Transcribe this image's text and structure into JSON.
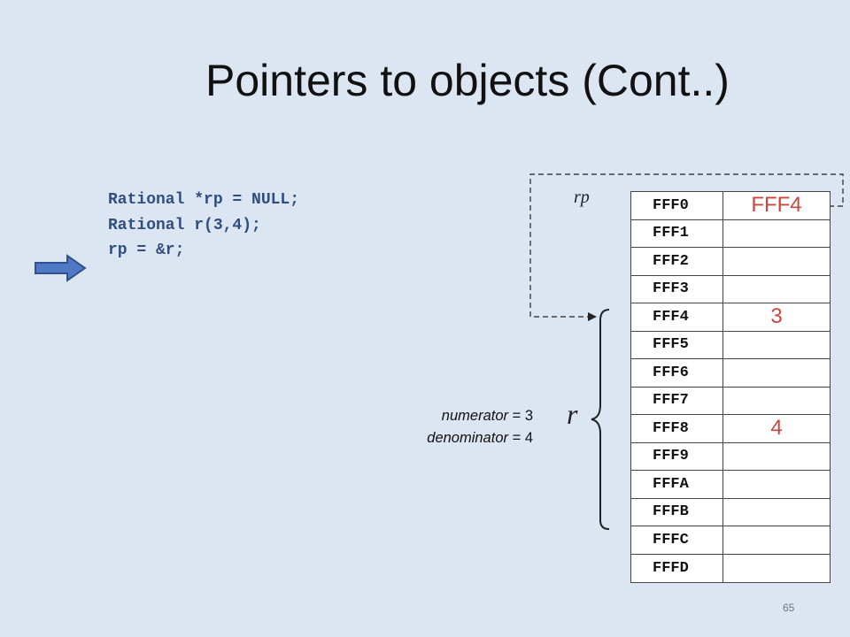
{
  "slide": {
    "title": "Pointers to objects (Cont..)",
    "page_number": "65"
  },
  "code_lines": [
    "Rational *rp = NULL;",
    "Rational r(3,4);",
    "rp = &r;"
  ],
  "memory": [
    {
      "addr": "FFF0",
      "value": "FFF4"
    },
    {
      "addr": "FFF1",
      "value": ""
    },
    {
      "addr": "FFF2",
      "value": ""
    },
    {
      "addr": "FFF3",
      "value": ""
    },
    {
      "addr": "FFF4",
      "value": "3"
    },
    {
      "addr": "FFF5",
      "value": ""
    },
    {
      "addr": "FFF6",
      "value": ""
    },
    {
      "addr": "FFF7",
      "value": ""
    },
    {
      "addr": "FFF8",
      "value": "4"
    },
    {
      "addr": "FFF9",
      "value": ""
    },
    {
      "addr": "FFFA",
      "value": ""
    },
    {
      "addr": "FFFB",
      "value": ""
    },
    {
      "addr": "FFFC",
      "value": ""
    },
    {
      "addr": "FFFD",
      "value": ""
    }
  ],
  "labels": {
    "rp": "rp",
    "r": "r"
  },
  "note": {
    "numerator_key": "numerator",
    "numerator_value": "= 3",
    "denominator_key": "denominator",
    "denominator_value": "= 4"
  },
  "colors": {
    "background": "#dce5f2",
    "code_text": "#2f4f7f",
    "value_text": "#c8473f",
    "arrow_fill": "#4f79c4"
  },
  "icons": {
    "current_line_indicator": "right-arrow-icon"
  }
}
